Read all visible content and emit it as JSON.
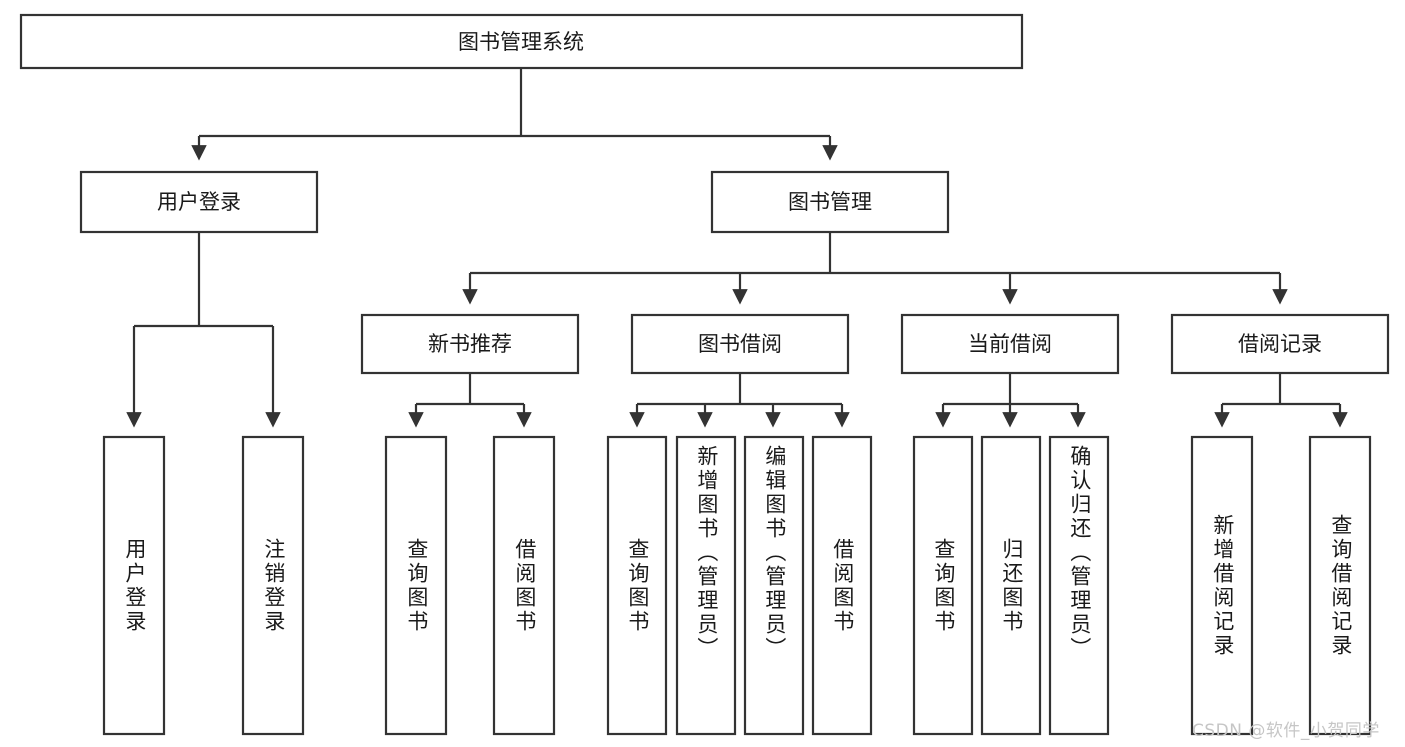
{
  "diagram": {
    "title": "图书管理系统",
    "type": "hierarchy-tree",
    "watermark": "CSDN @软件_小贺同学",
    "colors": {
      "box_stroke": "#333333",
      "box_fill": "#ffffff",
      "text": "#1a1a1a",
      "watermark": "#c6c6c6",
      "background": "#ffffff"
    },
    "root": {
      "label": "图书管理系统",
      "orientation": "horizontal"
    },
    "level2": [
      {
        "label": "用户登录",
        "orientation": "horizontal"
      },
      {
        "label": "图书管理",
        "orientation": "horizontal"
      }
    ],
    "level3": [
      {
        "label": "新书推荐",
        "orientation": "horizontal"
      },
      {
        "label": "图书借阅",
        "orientation": "horizontal"
      },
      {
        "label": "当前借阅",
        "orientation": "horizontal"
      },
      {
        "label": "借阅记录",
        "orientation": "horizontal"
      }
    ],
    "leaves": {
      "user_login": [
        {
          "label": "用户登录",
          "orientation": "vertical"
        },
        {
          "label": "注销登录",
          "orientation": "vertical"
        }
      ],
      "new_book_recommend": [
        {
          "label": "查询图书",
          "orientation": "vertical"
        },
        {
          "label": "借阅图书",
          "orientation": "vertical"
        }
      ],
      "book_borrow": [
        {
          "label": "查询图书",
          "orientation": "vertical"
        },
        {
          "label": "新增图书（管理员）",
          "orientation": "vertical"
        },
        {
          "label": "编辑图书（管理员）",
          "orientation": "vertical"
        },
        {
          "label": "借阅图书",
          "orientation": "vertical"
        }
      ],
      "current_borrow": [
        {
          "label": "查询图书",
          "orientation": "vertical"
        },
        {
          "label": "归还图书",
          "orientation": "vertical"
        },
        {
          "label": "确认归还（管理员）",
          "orientation": "vertical"
        }
      ],
      "borrow_record": [
        {
          "label": "新增借阅记录",
          "orientation": "vertical"
        },
        {
          "label": "查询借阅记录",
          "orientation": "vertical"
        }
      ]
    }
  }
}
